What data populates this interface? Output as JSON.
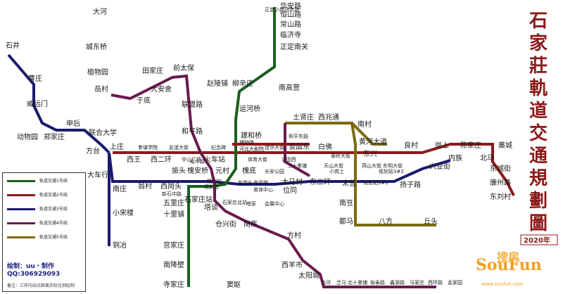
{
  "title_chars": [
    "石",
    "家",
    "莊",
    "軌",
    "道",
    "交",
    "通",
    "規",
    "劃",
    "圖"
  ],
  "year": "2020年",
  "colors": {
    "line1": "#8b1a1a",
    "line2": "#1b5e20",
    "line3": "#1a1a6e",
    "line4": "#6a1b4d",
    "line5": "#7a6a10",
    "title": "#8b1a1a"
  },
  "legend": {
    "items": [
      "轨道交通1号线",
      "轨道交通2号线",
      "轨道交通3号线",
      "轨道交通4号线",
      "轨道交通5号线"
    ],
    "author": "绘制：uu・制作",
    "qq": "QQ:306929093",
    "note": "备注：三环内站点距离实际比例绘制"
  },
  "watermark": {
    "brand": "SouFun",
    "cn": "搜房",
    "url": "www.soufun.com"
  },
  "stations": {
    "line2_north": [
      "正定小商品市场",
      "华安路",
      "恒山路",
      "常山路",
      "临济寺",
      "正定南关"
    ],
    "line3_west": [
      "石井",
      "曹庄",
      "威远门",
      "动物园",
      "郑家庄",
      "申后"
    ],
    "line4_north": [
      "大河",
      "城东桥",
      "植物园",
      "岳村",
      "田家庄",
      "前太保",
      "大安舍",
      "于底",
      "联盟路",
      "赵陵铺",
      "和平路"
    ],
    "line2_mid": [
      "柳辛庄",
      "运河桥",
      "建和桥",
      "南高营"
    ],
    "line1": [
      "上庄",
      "西王",
      "西二环",
      "中山广场",
      "火车站",
      "体育大街",
      "建华大街",
      "谈固东",
      "白佛",
      "天山大街",
      "燕山大街",
      "东明大街",
      "良村",
      "岗上",
      "内族",
      "陈家庄",
      "北马",
      "藁城",
      "东城街",
      "廉州路",
      "东刘村"
    ],
    "line1_extra": [
      "参谋学院",
      "友谊大街",
      "纪念碑",
      "河北大剧院",
      "博物馆",
      "谈固西"
    ],
    "line3_mid": [
      "联合大学",
      "方台",
      "大车行",
      "南庄",
      "小宋楼",
      "铜冶"
    ],
    "line3_main": [
      "翁村",
      "西岗头",
      "新石中路",
      "五里庄",
      "十里铺",
      "宫家庄",
      "南降壁",
      "寺家庄",
      "振头",
      "槐安桥",
      "元村",
      "东岗头",
      "电视塔",
      "大马村",
      "东二环",
      "位同",
      "规划站3#1",
      "扬子路",
      "兴业街"
    ],
    "line5": [
      "土贤庄",
      "西兆通",
      "和平东路",
      "南村",
      "黄河大道",
      "秦岭大街",
      "二十里铺",
      "小岗上",
      "宋营",
      "南豆",
      "都马",
      "八方",
      "丘头"
    ],
    "line4_south": [
      "石家庄站",
      "塔谈",
      "仓兴街",
      "南焦",
      "方村",
      "西羊市",
      "太阳城",
      "冶河",
      "乏马",
      "北十里铺",
      "裕泰路",
      "鑫源路",
      "马家庄",
      "西环路",
      "孟家园"
    ],
    "line2_south": [
      "规划站",
      "塔家",
      "会展中心",
      "奥体中心",
      "窦妪"
    ],
    "misc": [
      "裕华路",
      "槐底",
      "长安公园",
      "石家庄北站",
      "规划站3#2",
      "东兴",
      "规划站"
    ]
  }
}
